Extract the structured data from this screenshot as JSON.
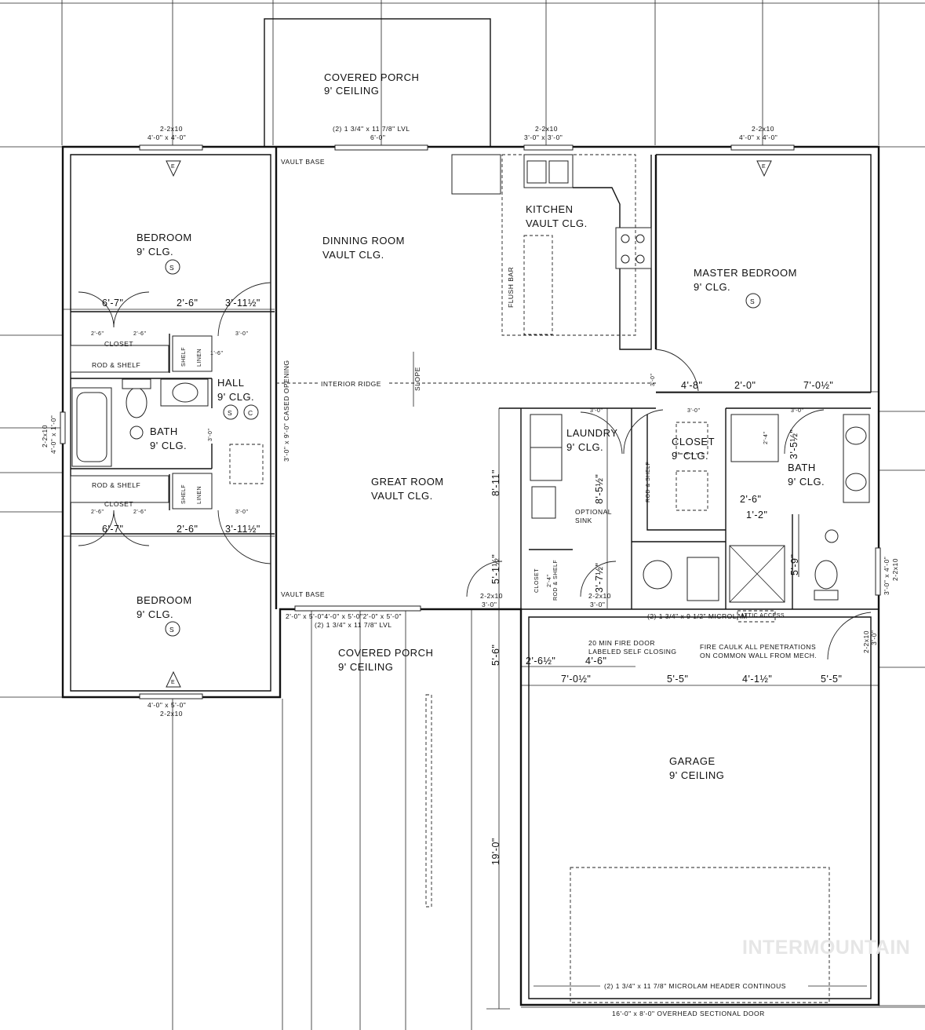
{
  "rooms": {
    "covered_porch_top": [
      "COVERED PORCH",
      "9' CEILING"
    ],
    "bedroom_top": [
      "BEDROOM",
      "9' CLG."
    ],
    "dinning": [
      "DINNING ROOM",
      "VAULT CLG."
    ],
    "kitchen": [
      "KITCHEN",
      "VAULT CLG."
    ],
    "master": [
      "MASTER BEDROOM",
      "9' CLG."
    ],
    "hall": [
      "HALL",
      "9' CLG."
    ],
    "bath_left": [
      "BATH",
      "9' CLG."
    ],
    "great_room": [
      "GREAT ROOM",
      "VAULT CLG."
    ],
    "laundry": [
      "LAUNDRY",
      "9' CLG."
    ],
    "closet_master": [
      "CLOSET",
      "9' CLG."
    ],
    "bath_master": [
      "BATH",
      "9' CLG."
    ],
    "bedroom_bottom": [
      "BEDROOM",
      "9' CLG."
    ],
    "covered_porch_bottom": [
      "COVERED PORCH",
      "9' CEILING"
    ],
    "garage": [
      "GARAGE",
      "9' CEILING"
    ]
  },
  "notes": {
    "vault_base_top": "VAULT BASE",
    "vault_base_bottom": "VAULT BASE",
    "flush_bar": "FLUSH BAR",
    "interior_ridge": "INTERIOR RIDGE",
    "slope": "SLOPE",
    "cased_opening": "3'-0\" x 9'-0\" CASED OPENING",
    "closet_a": "CLOSET",
    "rod_shelf_a": "ROD & SHELF",
    "closet_b": "CLOSET",
    "rod_shelf_b": "ROD & SHELF",
    "shelf_a": "SHELF",
    "linen_a": "LINEN",
    "shelf_b": "SHELF",
    "linen_b": "LINEN",
    "rod_shelf_master": "ROD & SHELF",
    "rod_shelf_small": "ROD & SHELF",
    "closet_small": "CLOSET",
    "optional_sink": [
      "OPTIONAL",
      "SINK"
    ],
    "fire_door": [
      "20 MIN FIRE DOOR",
      "LABELED SELF CLOSING"
    ],
    "fire_caulk": [
      "FIRE CAULK ALL PENETRATIONS",
      "ON COMMON WALL FROM MECH."
    ],
    "microlam_a": "(2) 1 3/4\" x 9 1/2\" MICROLAM",
    "microlam_header": "(2) 1 3/4\" x 11 7/8\" MICROLAM HEADER CONTINOUS",
    "overhead_door": "16'-0\" x 8'-0\" OVERHEAD SECTIONAL DOOR",
    "lvl_top": [
      "(2) 1 3/4\" x 11 7/8\" LVL",
      "6'-0\""
    ],
    "lvl_bottom": [
      "2'-0\" x 5'-0\"4'-0\" x 5'-0\"2'-0\" x 5'-0\"",
      "(2) 1 3/4\" x 11 7/8\" LVL"
    ],
    "win_top_left": [
      "2-2x10",
      "4'-0\" x 4'-0\""
    ],
    "win_top_kitchen": [
      "2-2x10",
      "3'-0\" x 3'-0\""
    ],
    "win_top_right": [
      "2-2x10",
      "4'-0\" x 4'-0\""
    ],
    "win_left": [
      "2-2x10",
      "4'-0\" x 1'-0\""
    ],
    "win_bottom_left": [
      "4'-0\" x 5'-0\"",
      "2-2x10"
    ],
    "win_right": [
      "3'-0\" x 4'-0\"",
      "2-2x10"
    ],
    "door_right": [
      "2-2x10",
      "3'-0\""
    ],
    "door_small_a": [
      "2-2x10",
      "3'-0\""
    ],
    "door_small_b": [
      "2-2x10",
      "3'-0\""
    ],
    "attic_access": "ATTIC ACCESS"
  },
  "symbols": {
    "smoke": "S",
    "co": "C",
    "exhaust": "E"
  },
  "dims": {
    "d_6_7_top": "6'-7\"",
    "d_2_6_top": "2'-6\"",
    "d_3_11_top": "3'-11½\"",
    "d_6_7_bot": "6'-7\"",
    "d_2_6_bot": "2'-6\"",
    "d_3_11_bot": "3'-11½\"",
    "d_2_6_a": "2'-6\"",
    "d_2_6_b": "2'-6\"",
    "d_2_6_c": "2'-6\"",
    "d_2_6_d": "2'-6\"",
    "d_3_0_a": "3'-0\"",
    "d_3_0_b": "3'-0\"",
    "d_3_0_hall": "3'-0\"",
    "d_1_6": "1'-6\"",
    "d_4_8": "4'-8\"",
    "d_2_0": "2'-0\"",
    "d_7_0_top": "7'-0½\"",
    "d_3_0_lau": "3'-0\"",
    "d_3_0_clo": "3'-0\"",
    "d_3_0_bth": "3'-0\"",
    "d_8_11": "8'-11\"",
    "d_8_5": "8'-5½\"",
    "d_3_0_mb": "3'-0\"",
    "d_2_4a": "2'-4\"",
    "d_2_4b": "2'-4\"",
    "d_3_5": "3'-5½\"",
    "d_2_6_m": "2'-6\"",
    "d_1_2": "1'-2\"",
    "d_5_9": "5'-9\"",
    "d_5_1": "5'-1½\"",
    "d_3_7": "3'-7½\"",
    "d_2_6_g": "2'-6½\"",
    "d_4_6": "4'-6\"",
    "d_5_6": "5'-6\"",
    "d_7_0_g": "7'-0½\"",
    "d_5_5a": "5'-5\"",
    "d_4_1": "4'-1½\"",
    "d_5_5b": "5'-5\"",
    "d_19_0": "19'-0\""
  },
  "watermark": "INTERMOUNTAIN"
}
